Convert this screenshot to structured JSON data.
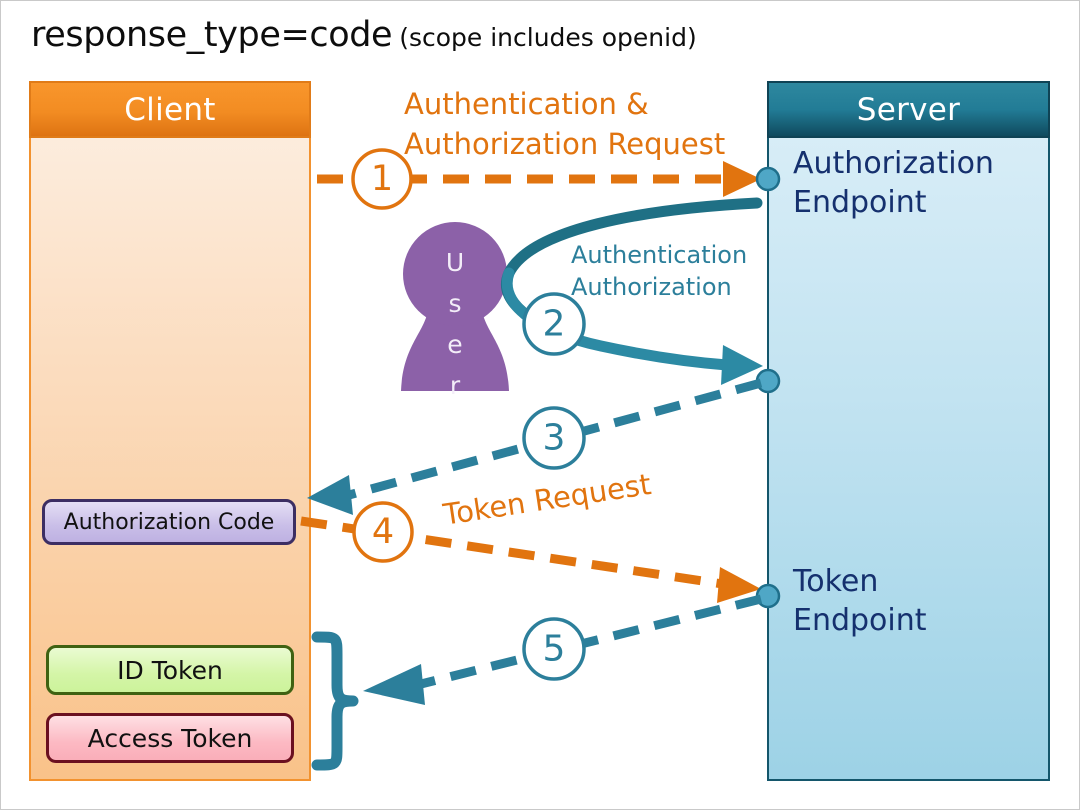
{
  "title": {
    "main": "response_type=code",
    "sub": "(scope includes openid)"
  },
  "client": {
    "header_label": "Client",
    "items": [
      {
        "name": "authorization-code",
        "label": "Authorization Code"
      },
      {
        "name": "id-token",
        "label": "ID Token"
      },
      {
        "name": "access-token",
        "label": "Access Token"
      }
    ]
  },
  "server": {
    "header_label": "Server",
    "endpoints": [
      {
        "name": "authorization-endpoint",
        "label": "Authorization\nEndpoint"
      },
      {
        "name": "token-endpoint",
        "label": "Token\nEndpoint"
      }
    ]
  },
  "actor": {
    "name": "user",
    "label": "User",
    "letters": "U\ns\ne\nr"
  },
  "flow": {
    "steps": [
      {
        "number": "1",
        "label": "Authentication &\nAuthorization Request",
        "color": "#E1740F",
        "style": "dashed",
        "direction": "client-to-server"
      },
      {
        "number": "2",
        "label": "Authentication\nAuthorization",
        "color": "#2C7F9B",
        "style": "solid-curve",
        "direction": "server-to-user-to-server"
      },
      {
        "number": "3",
        "label": "",
        "color": "#2C7F9B",
        "style": "dashed",
        "direction": "server-to-client"
      },
      {
        "number": "4",
        "label": "Token Request",
        "color": "#E1740F",
        "style": "dashed",
        "direction": "client-to-server"
      },
      {
        "number": "5",
        "label": "",
        "color": "#2C7F9B",
        "style": "dashed",
        "direction": "server-to-client"
      }
    ]
  },
  "colors": {
    "orange": "#E1740F",
    "orange_header_top": "#F9962C",
    "orange_header_bottom": "#DE7312",
    "teal": "#2C7F9B",
    "teal_dark": "#14566B",
    "teal_node": "#4FA7C6",
    "purple_actor": "#8C61A8",
    "navy_text": "#15306E",
    "client_body_top": "#FDF0E4",
    "client_body_bottom": "#F9C289",
    "server_body_top": "#DCEFF8",
    "server_body_bottom": "#9DD2E6"
  }
}
